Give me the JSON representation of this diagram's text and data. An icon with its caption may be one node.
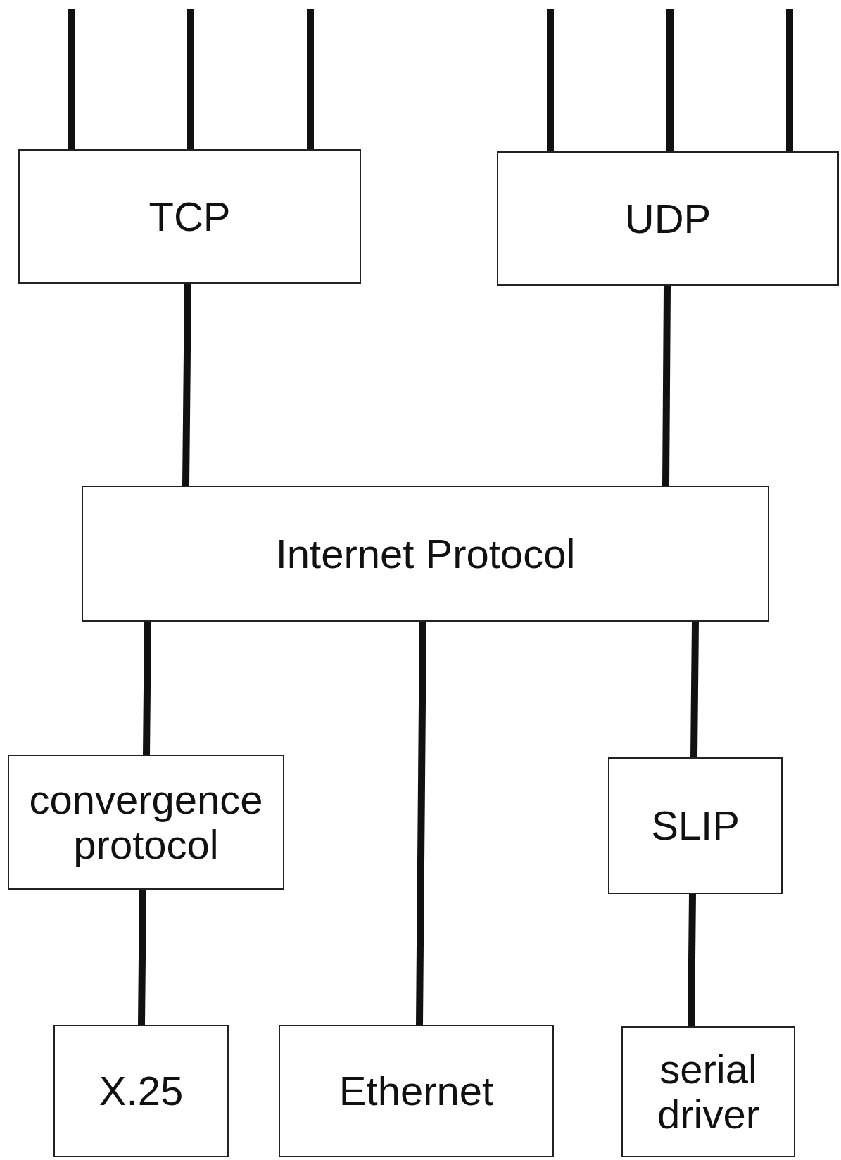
{
  "diagram": {
    "nodes": [
      {
        "text": [
          "TCP"
        ]
      },
      {
        "text": [
          "UDP"
        ]
      },
      {
        "text": [
          "Internet Protocol"
        ]
      },
      {
        "text": [
          "convergence protocol"
        ]
      },
      {
        "text": [
          "SLIP"
        ]
      },
      {
        "text": [
          "X.25"
        ]
      },
      {
        "text": [
          "Ethernet"
        ]
      },
      {
        "text": [
          "serial driver"
        ]
      }
    ],
    "edges": [
      {
        "from": null,
        "to": 0,
        "arrow": "none"
      },
      {
        "from": null,
        "to": 0,
        "arrow": "none"
      },
      {
        "from": null,
        "to": 0,
        "arrow": "none"
      },
      {
        "from": null,
        "to": 1,
        "arrow": "none"
      },
      {
        "from": null,
        "to": 1,
        "arrow": "none"
      },
      {
        "from": null,
        "to": 1,
        "arrow": "none"
      },
      {
        "from": 0,
        "to": 2,
        "arrow": "none"
      },
      {
        "from": 1,
        "to": 2,
        "arrow": "none"
      },
      {
        "from": 2,
        "to": 3,
        "arrow": "none"
      },
      {
        "from": 2,
        "to": 6,
        "arrow": "none"
      },
      {
        "from": 2,
        "to": 4,
        "arrow": "none"
      },
      {
        "from": 3,
        "to": 5,
        "arrow": "none"
      },
      {
        "from": 4,
        "to": 7,
        "arrow": "none"
      }
    ]
  }
}
